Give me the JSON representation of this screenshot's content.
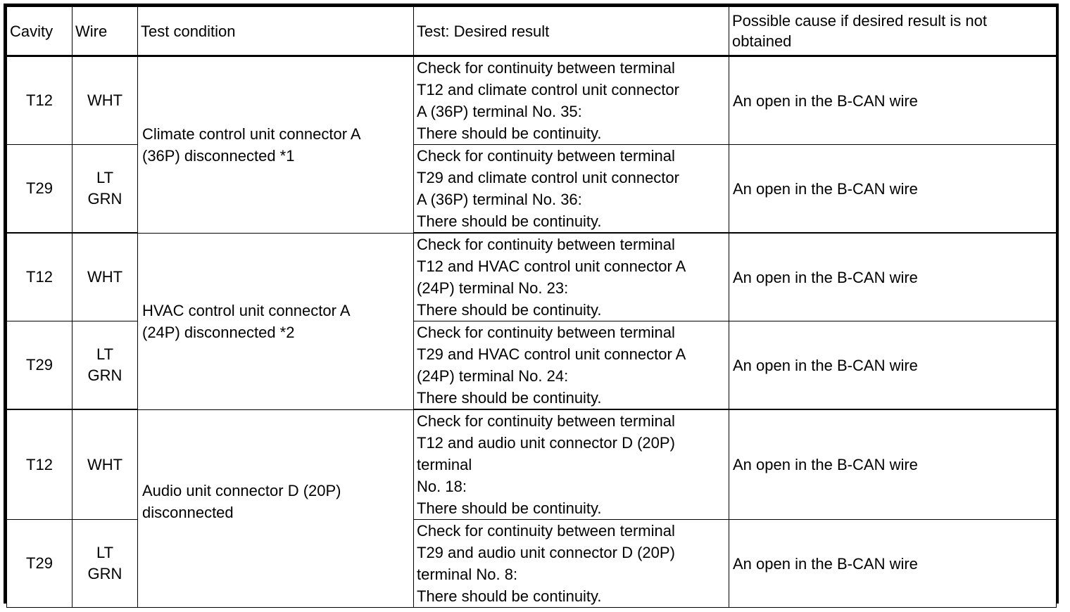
{
  "table": {
    "columns": [
      {
        "key": "cavity",
        "label": "Cavity"
      },
      {
        "key": "wire",
        "label": "Wire"
      },
      {
        "key": "test_condition",
        "label": "Test condition"
      },
      {
        "key": "test_desired_result",
        "label": "Test: Desired result"
      },
      {
        "key": "possible_cause",
        "label": "Possible cause if desired result is not\nobtained"
      }
    ],
    "conditions": [
      {
        "text": "Climate control unit connector A\n(36P) disconnected *1"
      },
      {
        "text": "HVAC control unit connector A\n(24P) disconnected *2"
      },
      {
        "text": "Audio unit connector D (20P)\ndisconnected"
      }
    ],
    "rows": [
      {
        "cavity": "T12",
        "wire": "WHT",
        "test_desired_result": "Check for continuity between terminal\nT12 and climate control unit connector\nA (36P) terminal No. 35:\nThere should be continuity.",
        "possible_cause": "An open in the B-CAN wire"
      },
      {
        "cavity": "T29",
        "wire": "LT\nGRN",
        "test_desired_result": "Check for continuity between terminal\nT29 and climate control unit connector\nA (36P) terminal No. 36:\nThere should be continuity.",
        "possible_cause": "An open in the B-CAN wire"
      },
      {
        "cavity": "T12",
        "wire": "WHT",
        "test_desired_result": "Check for continuity between terminal\nT12 and HVAC control unit connector A\n(24P) terminal No. 23:\n   There should be continuity.",
        "possible_cause": "An open in the B-CAN wire"
      },
      {
        "cavity": "T29",
        "wire": "LT\nGRN",
        "test_desired_result": "Check for continuity between terminal\nT29 and HVAC control unit connector A\n(24P) terminal No. 24:\nThere should be continuity.",
        "possible_cause": "An open in the B-CAN wire"
      },
      {
        "cavity": "T12",
        "wire": "WHT",
        "test_desired_result": "Check for continuity between terminal\nT12 and audio unit connector D (20P)\nterminal\nNo. 18:\nThere should be continuity.",
        "possible_cause": "An open in the B-CAN wire"
      },
      {
        "cavity": "T29",
        "wire": "LT\nGRN",
        "test_desired_result": "Check for continuity between terminal\nT29 and audio unit connector D (20P)\nterminal No. 8:\nThere should be continuity.",
        "possible_cause": "An open in the B-CAN wire"
      }
    ]
  },
  "colors": {
    "border": "#000000",
    "text": "#000000",
    "background": "#ffffff"
  }
}
